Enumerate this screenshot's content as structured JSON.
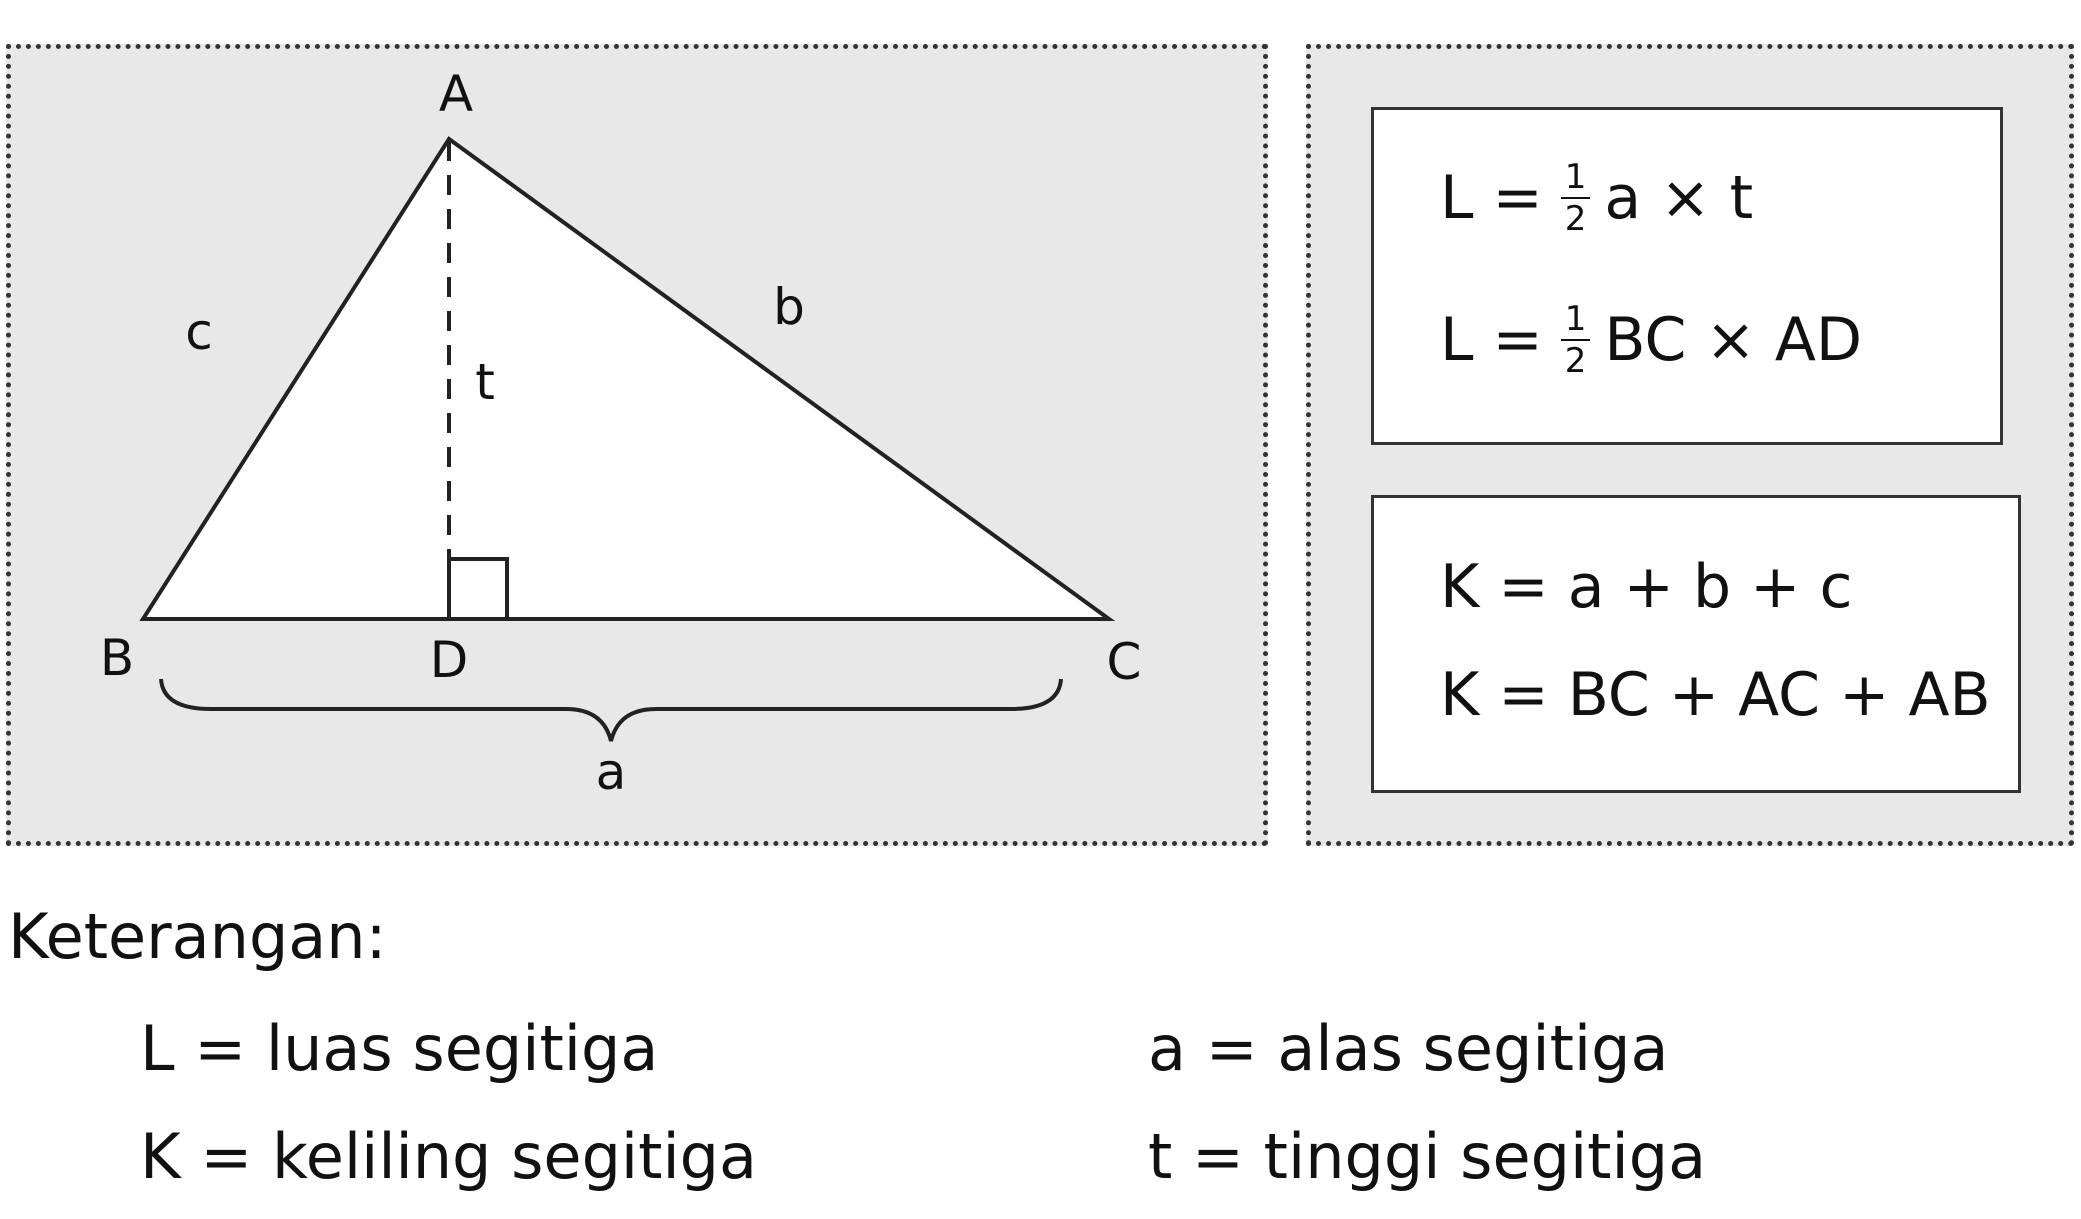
{
  "diagram": {
    "vertices": {
      "A": "A",
      "B": "B",
      "C": "C",
      "D": "D"
    },
    "sides": {
      "a": "a",
      "b": "b",
      "c": "c",
      "t": "t"
    }
  },
  "formulas": {
    "area": [
      {
        "lhs": "L =",
        "frac_num": "1",
        "frac_den": "2",
        "rhs": "a × t"
      },
      {
        "lhs": "L =",
        "frac_num": "1",
        "frac_den": "2",
        "rhs": "BC × AD"
      }
    ],
    "perimeter": [
      {
        "text": "K = a + b + c"
      },
      {
        "text": "K = BC + AC + AB"
      }
    ]
  },
  "legend": {
    "title": "Keterangan:",
    "items": [
      {
        "text": "L = luas segitiga"
      },
      {
        "text": "K = keliling segitiga"
      },
      {
        "text": "a = alas segitiga"
      },
      {
        "text": "t = tinggi segitiga"
      }
    ]
  },
  "colors": {
    "panel_bg": "#e8e8e8",
    "stroke": "#222222",
    "box_bg": "#ffffff"
  }
}
